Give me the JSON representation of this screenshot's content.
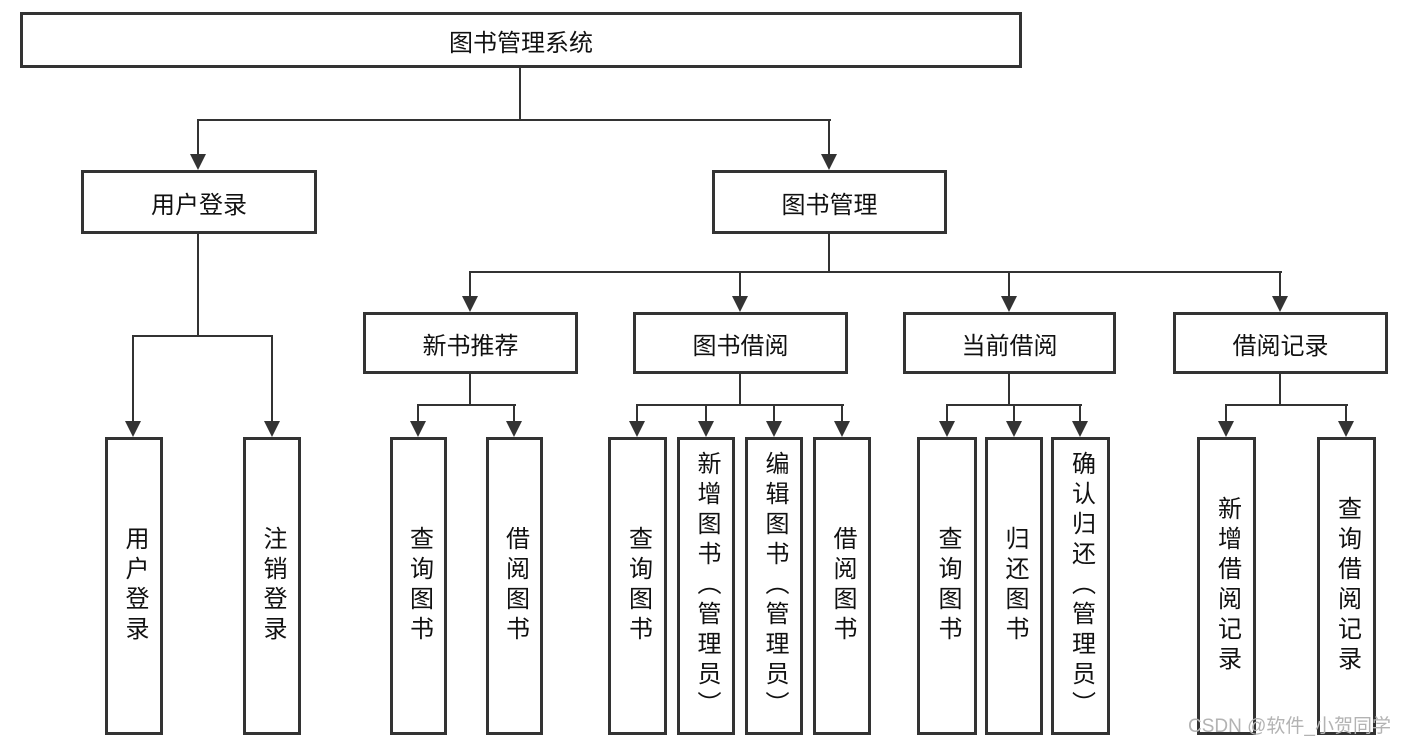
{
  "title": {
    "label": "图书管理系统"
  },
  "level2": {
    "user_login": "用户登录",
    "book_mgmt": "图书管理"
  },
  "level3": {
    "new_book": "新书推荐",
    "book_borrow": "图书借阅",
    "current_borrow": "当前借阅",
    "borrow_record": "借阅记录"
  },
  "leaves": {
    "user_login": "用户登录",
    "logout": "注销登录",
    "nb_query": "查询图书",
    "nb_borrow": "借阅图书",
    "bb_query": "查询图书",
    "bb_add": "新增图书（管理员）",
    "bb_edit": "编辑图书（管理员）",
    "bb_borrow": "借阅图书",
    "cb_query": "查询图书",
    "cb_return": "归还图书",
    "cb_confirm": "确认归还（管理员）",
    "br_add": "新增借阅记录",
    "br_query": "查询借阅记录"
  },
  "watermark": "CSDN @软件_小贺同学",
  "colors": {
    "line": "#333333",
    "text": "#111111",
    "background": "#ffffff",
    "watermark": "#b3b3b3"
  }
}
